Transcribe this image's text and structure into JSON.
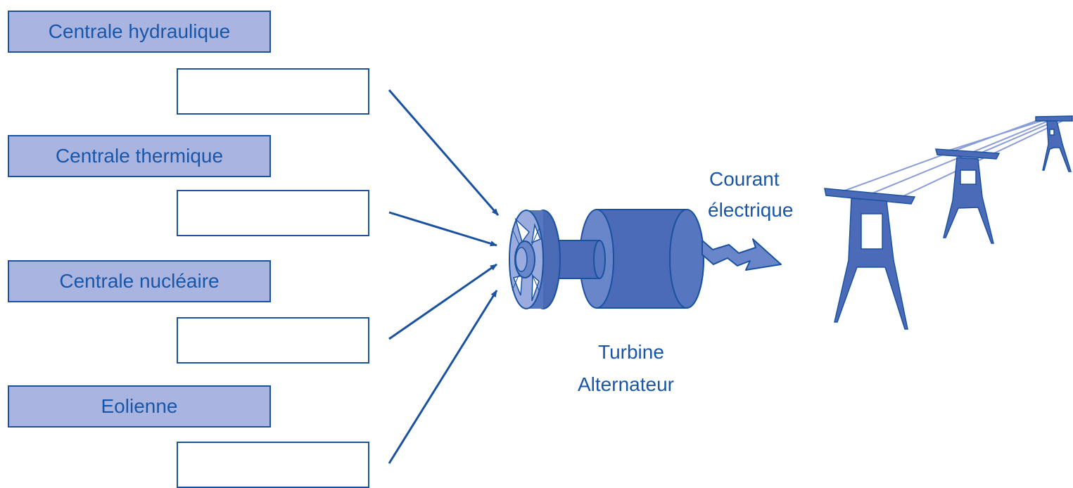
{
  "plants": [
    {
      "label": "Centrale hydraulique",
      "answer": ""
    },
    {
      "label": "Centrale thermique",
      "answer": ""
    },
    {
      "label": "Centrale nucléaire",
      "answer": ""
    },
    {
      "label": "Eolienne",
      "answer": ""
    }
  ],
  "machine": {
    "line1": "Turbine",
    "line2": "Alternateur"
  },
  "output": {
    "line1": "Courant",
    "line2": "électrique"
  },
  "colors": {
    "stroke": "#1a52a0",
    "label_fill": "#a9b5e0",
    "machine_dark": "#3d5fa8",
    "machine_mid": "#5676bf",
    "machine_light": "#8ea0d8",
    "text": "#1a56a8"
  }
}
